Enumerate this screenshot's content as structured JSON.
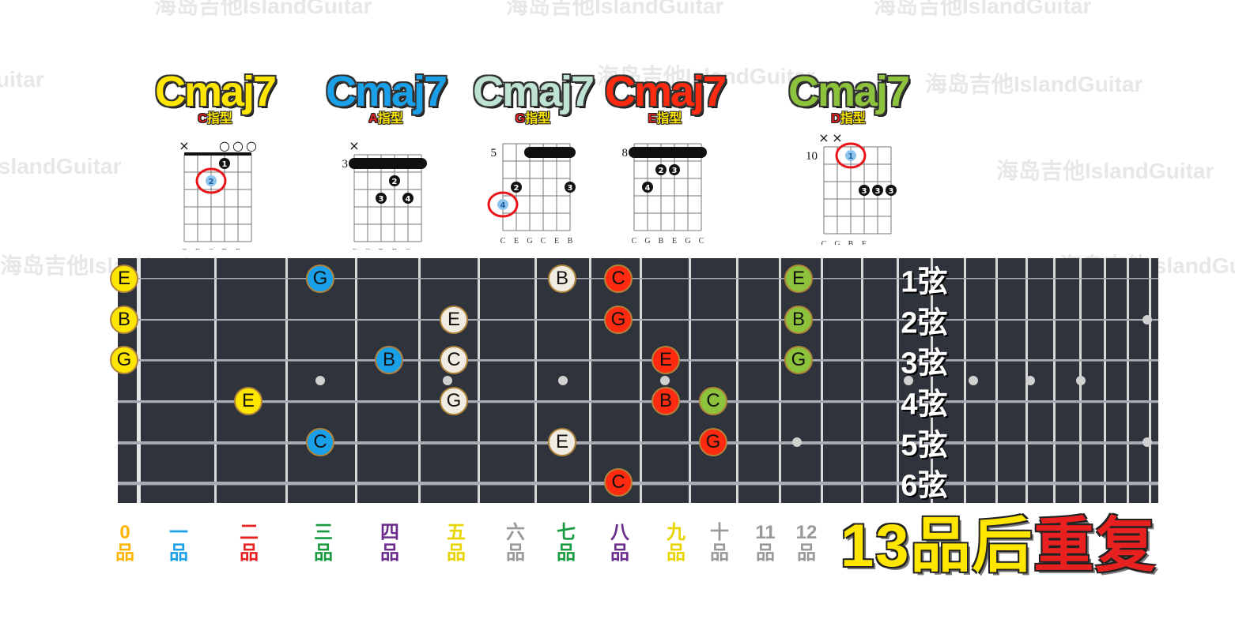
{
  "watermarks": [
    "海岛吉他IslandGuitar",
    "海岛吉他IslandGuitar",
    "海岛吉他IslandGuitar",
    "IslandGuitar",
    "海岛吉他IslandGuitar",
    "海岛吉他IslandGuitar",
    "海岛吉他IslandGuitar",
    "海岛吉他IslandGuitar",
    "海岛吉他IslandGuitar",
    "uitar"
  ],
  "chords": [
    {
      "name": "Cmaj7",
      "shape_key": "C",
      "shape_suffix": "指型",
      "color": "#ffe600",
      "start_fret": "",
      "markers": [
        "×",
        "",
        "",
        "○",
        "○",
        "○"
      ],
      "string_names": [
        "C",
        "E",
        "G",
        "B",
        "E"
      ],
      "fingers": [
        {
          "s": 2,
          "f": 2,
          "t": "❷",
          "blue": true,
          "ring": true
        },
        {
          "s": 3,
          "f": 1,
          "t": "❶"
        }
      ]
    },
    {
      "name": "Cmaj7",
      "shape_key": "A",
      "shape_suffix": "指型",
      "color": "#1aa0e8",
      "start_fret": "3",
      "markers": [
        "×",
        "",
        "",
        "",
        "",
        ""
      ],
      "string_names": [
        "C",
        "G",
        "B",
        "E",
        "G"
      ],
      "fingers": [
        {
          "s": 3,
          "f": 2,
          "t": "❷"
        },
        {
          "s": 2,
          "f": 3,
          "t": "❸"
        },
        {
          "s": 4,
          "f": 3,
          "t": "❹"
        }
      ]
    },
    {
      "name": "Cmaj7",
      "shape_key": "G",
      "shape_suffix": "指型",
      "color": "#bfe3d2",
      "start_fret": "5",
      "markers": [
        "",
        "",
        "",
        "",
        "",
        ""
      ],
      "string_names": [
        "C",
        "E",
        "G",
        "C",
        "E",
        "B"
      ],
      "fingers": [
        {
          "s": 1,
          "f": 3,
          "t": "❷"
        },
        {
          "s": 5,
          "f": 3,
          "t": "❸"
        },
        {
          "s": 0,
          "f": 4,
          "t": "4",
          "blue": true,
          "ring": true
        }
      ]
    },
    {
      "name": "Cmaj7",
      "shape_key": "E",
      "shape_suffix": "指型",
      "color": "#ff2a10",
      "start_fret": "8",
      "markers": [
        "",
        "",
        "",
        "",
        "",
        ""
      ],
      "string_names": [
        "C",
        "G",
        "B",
        "E",
        "G",
        "C"
      ],
      "fingers": [
        {
          "s": 2,
          "f": 2,
          "t": "❷"
        },
        {
          "s": 3,
          "f": 2,
          "t": "❸"
        },
        {
          "s": 1,
          "f": 3,
          "t": "❹"
        }
      ]
    },
    {
      "name": "Cmaj7",
      "shape_key": "D",
      "shape_suffix": "指型",
      "color": "#8dc33c",
      "start_fret": "10",
      "markers": [
        "×",
        "×",
        "",
        "",
        "",
        ""
      ],
      "string_names": [
        "C",
        "G",
        "B",
        "E"
      ],
      "fingers": [
        {
          "s": 2,
          "f": 1,
          "t": "1",
          "blue": true,
          "ring": true
        },
        {
          "s": 3,
          "f": 3,
          "t": "3"
        },
        {
          "s": 4,
          "f": 3,
          "t": "3"
        },
        {
          "s": 5,
          "f": 3,
          "t": "3"
        }
      ]
    }
  ],
  "fretboard": {
    "strings": [
      "1弦",
      "2弦",
      "3弦",
      "4弦",
      "5弦",
      "6弦"
    ],
    "notes": [
      {
        "string": 1,
        "fret": 0,
        "note": "E",
        "color": "#ffe600"
      },
      {
        "string": 2,
        "fret": 0,
        "note": "B",
        "color": "#ffe600"
      },
      {
        "string": 3,
        "fret": 0,
        "note": "G",
        "color": "#ffe600"
      },
      {
        "string": 1,
        "fret": 3,
        "note": "G",
        "color": "#1aa0e8"
      },
      {
        "string": 3,
        "fret": 4,
        "note": "B",
        "color": "#1aa0e8"
      },
      {
        "string": 5,
        "fret": 3,
        "note": "C",
        "color": "#1aa0e8"
      },
      {
        "string": 4,
        "fret": 2,
        "note": "E",
        "color": "#ffe600"
      },
      {
        "string": 2,
        "fret": 5,
        "note": "E",
        "color": "#f0ece2"
      },
      {
        "string": 3,
        "fret": 5,
        "note": "C",
        "color": "#f0ece2"
      },
      {
        "string": 4,
        "fret": 5,
        "note": "G",
        "color": "#f0ece2"
      },
      {
        "string": 1,
        "fret": 7,
        "note": "B",
        "color": "#f0ece2"
      },
      {
        "string": 5,
        "fret": 7,
        "note": "E",
        "color": "#f0ece2"
      },
      {
        "string": 1,
        "fret": 8,
        "note": "C",
        "color": "#ff2a10"
      },
      {
        "string": 2,
        "fret": 8,
        "note": "G",
        "color": "#ff2a10"
      },
      {
        "string": 3,
        "fret": 9,
        "note": "E",
        "color": "#ff2a10"
      },
      {
        "string": 4,
        "fret": 9,
        "note": "B",
        "color": "#ff2a10"
      },
      {
        "string": 6,
        "fret": 8,
        "note": "C",
        "color": "#ff2a10"
      },
      {
        "string": 4,
        "fret": 10,
        "note": "C",
        "color": "#8dc33c"
      },
      {
        "string": 5,
        "fret": 10,
        "note": "G",
        "color": "#ff2a10"
      },
      {
        "string": 1,
        "fret": 12,
        "note": "E",
        "color": "#8dc33c"
      },
      {
        "string": 2,
        "fret": 12,
        "note": "B",
        "color": "#8dc33c"
      },
      {
        "string": 3,
        "fret": 12,
        "note": "G",
        "color": "#8dc33c"
      }
    ]
  },
  "fret_labels": [
    {
      "num": "0",
      "pin": "品",
      "color": "#ffb400"
    },
    {
      "num": "一",
      "pin": "品",
      "color": "#1aa0e8"
    },
    {
      "num": "二",
      "pin": "品",
      "color": "#e82020"
    },
    {
      "num": "三",
      "pin": "品",
      "color": "#1a9a40"
    },
    {
      "num": "四",
      "pin": "品",
      "color": "#6a2c8c"
    },
    {
      "num": "五",
      "pin": "品",
      "color": "#e8d400"
    },
    {
      "num": "六",
      "pin": "品",
      "color": "#999999"
    },
    {
      "num": "七",
      "pin": "品",
      "color": "#1a9a40"
    },
    {
      "num": "八",
      "pin": "品",
      "color": "#6a2c8c"
    },
    {
      "num": "九",
      "pin": "品",
      "color": "#e8d400"
    },
    {
      "num": "十",
      "pin": "品",
      "color": "#999999"
    },
    {
      "num": "11",
      "pin": "品",
      "color": "#999999"
    },
    {
      "num": "12",
      "pin": "品",
      "color": "#999999"
    }
  ],
  "repeat_text": {
    "part1": "13品后",
    "part2": "重复"
  }
}
